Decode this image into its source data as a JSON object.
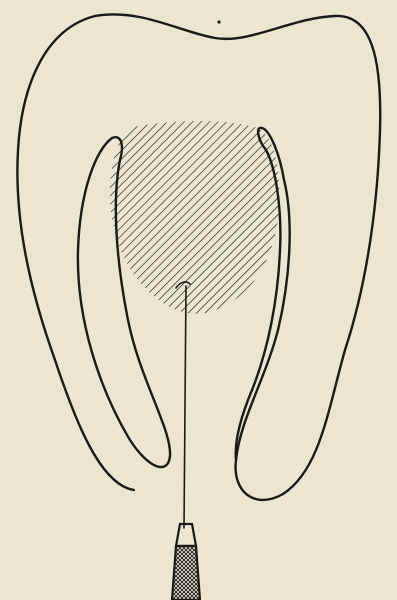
{
  "figure": {
    "background_color": "#ebe6cf",
    "ink_color": "#1a1a1a",
    "parts": [
      "tooth-crown-outline",
      "left-root-canal",
      "right-root-canal",
      "pulp-chamber-hatched",
      "probe-wire",
      "probe-handle"
    ]
  }
}
